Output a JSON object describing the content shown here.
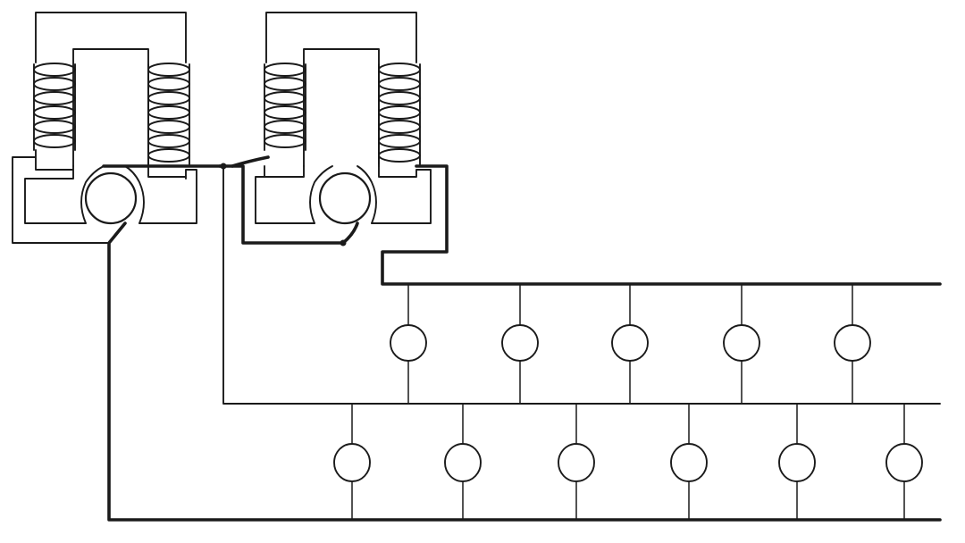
{
  "diagram": {
    "description_visible_text": "",
    "colors": {
      "ink": "#1a1a1a",
      "paper": "#ffffff"
    },
    "dynamos": [
      {
        "id": "dynamo-1"
      },
      {
        "id": "dynamo-2"
      }
    ],
    "upper_lamp_count": 5,
    "lower_lamp_count": 6
  }
}
